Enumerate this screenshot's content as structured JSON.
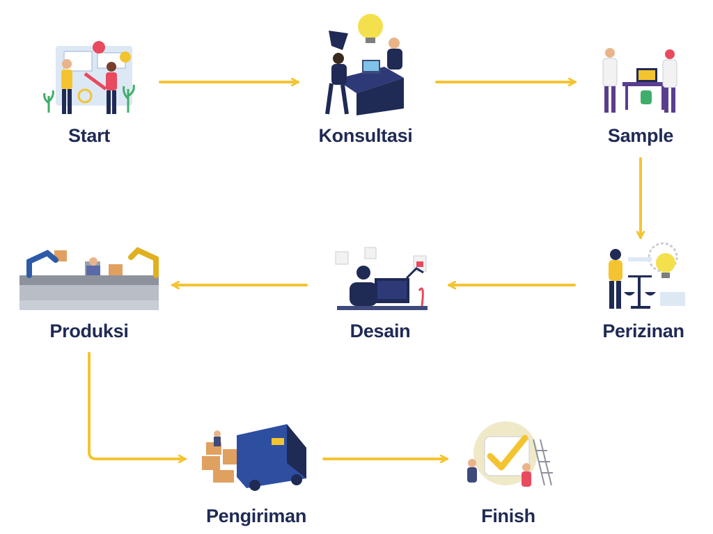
{
  "colors": {
    "arrow": "#F4C430",
    "title": "#1F2A55",
    "navy": "#1F2A55",
    "yellow": "#F4C430",
    "skin": "#E9B48A",
    "gray": "#C9CDD6",
    "lightblue": "#DDE8F5"
  },
  "steps": {
    "start": {
      "label": "Start",
      "icon": "team-brainstorm-icon"
    },
    "konsultasi": {
      "label": "Konsultasi",
      "icon": "consultation-lightbulb-icon"
    },
    "sample": {
      "label": "Sample",
      "icon": "laboratory-scientists-icon"
    },
    "perizinan": {
      "label": "Perizinan",
      "icon": "scales-permit-icon"
    },
    "desain": {
      "label": "Desain",
      "icon": "designer-desk-icon"
    },
    "produksi": {
      "label": "Produksi",
      "icon": "factory-robot-arms-icon"
    },
    "pengiriman": {
      "label": "Pengiriman",
      "icon": "delivery-truck-icon"
    },
    "finish": {
      "label": "Finish",
      "icon": "checkmark-celebration-icon"
    }
  }
}
